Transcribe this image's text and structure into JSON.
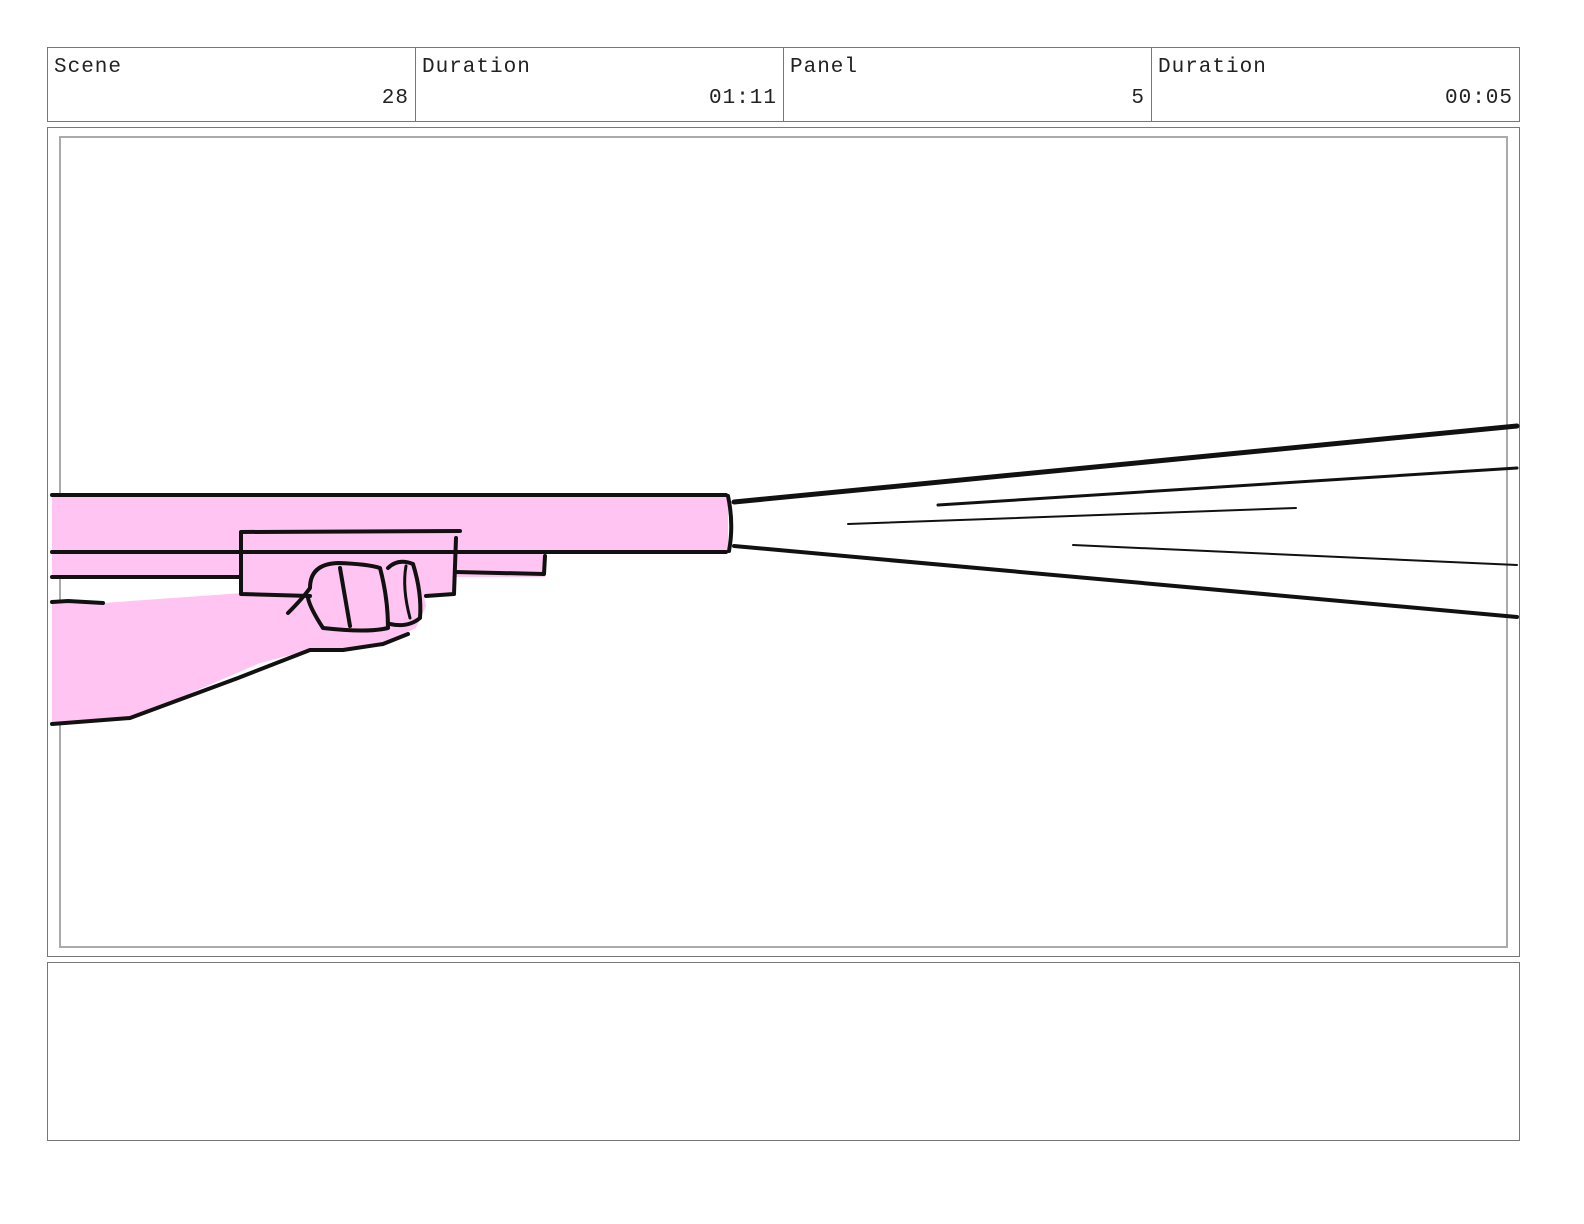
{
  "header": {
    "scene_label": "Scene",
    "scene_value": "28",
    "scene_duration_label": "Duration",
    "scene_duration_value": "01:11",
    "panel_label": "Panel",
    "panel_value": "5",
    "panel_duration_label": "Duration",
    "panel_duration_value": "00:05"
  },
  "panel": {
    "fill_color": "#ffc4f1",
    "line_color": "#111111"
  },
  "notes": {
    "text": ""
  }
}
